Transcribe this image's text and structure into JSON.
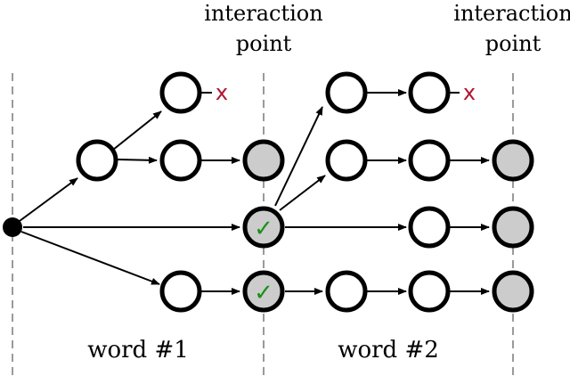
{
  "labels": {
    "interaction_1_line1": "interaction",
    "interaction_1_line2": "point",
    "interaction_2_line1": "interaction",
    "interaction_2_line2": "point",
    "word_1": "word #1",
    "word_2": "word #2"
  },
  "marks": {
    "reject": "x",
    "accept": "✓"
  },
  "colors": {
    "stroke": "#000000",
    "node_fill": "#ffffff",
    "interaction_fill": "#cccccc",
    "divider": "#9a9a9a",
    "reject": "#b01430",
    "accept": "#1a8f1a"
  }
}
